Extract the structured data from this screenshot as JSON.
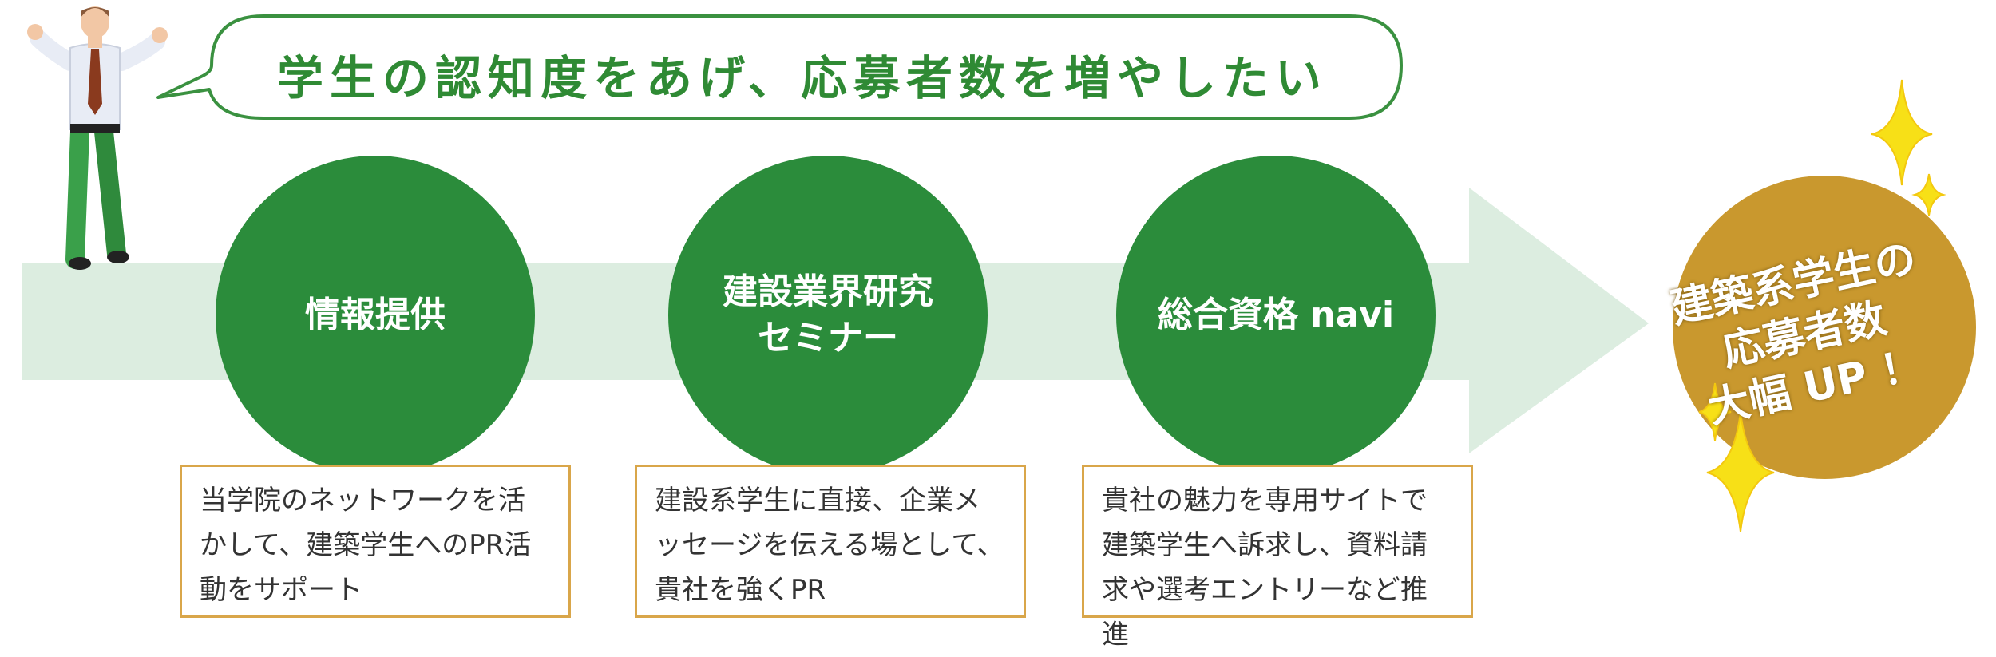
{
  "speech_bubble": {
    "text": "学生の認知度をあげ、応募者数を増やしたい"
  },
  "steps": [
    {
      "title_lines": [
        "情報提供"
      ],
      "description": "当学院のネットワークを活かして、建築学生へのPR活動をサポート"
    },
    {
      "title_lines": [
        "建設業界研究",
        "セミナー"
      ],
      "description": "建設系学生に直接、企業メッセージを伝える場として、貴社を強くPR"
    },
    {
      "title_lines": [
        "総合資格 navi"
      ],
      "description": "貴社の魅力を専用サイトで建築学生へ訴求し、資料請求や選考エントリーなど推進"
    }
  ],
  "goal": {
    "lines": [
      "建築系学生の",
      "応募者数",
      "大幅 UP ！"
    ]
  },
  "colors": {
    "circle_green": "#2b8c3b",
    "arrow_green": "#dcede0",
    "bubble_border": "#3a9140",
    "box_border": "#d9a64a",
    "goal_gold": "#c9982e",
    "sparkle": "#f7e017"
  },
  "icons": [
    "businessman-shrugging-icon",
    "sparkle-icon"
  ]
}
